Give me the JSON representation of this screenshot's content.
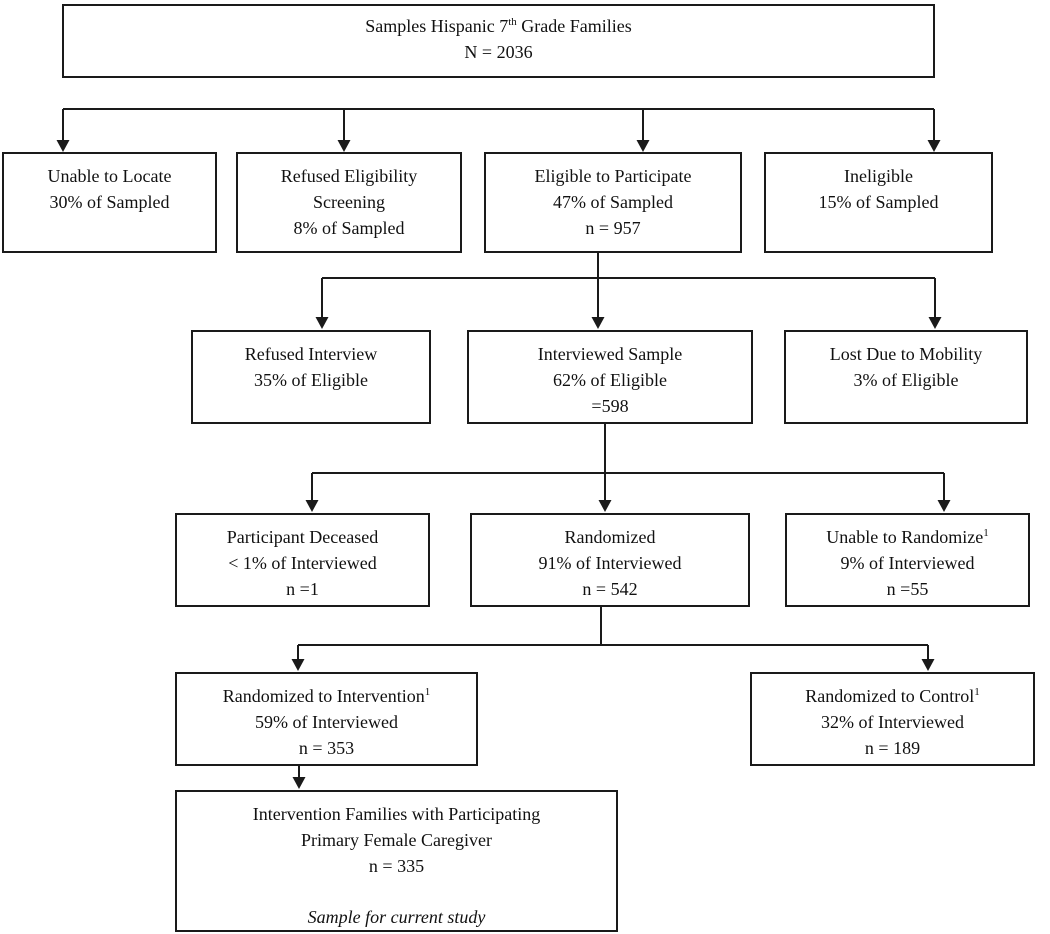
{
  "diagram": {
    "type": "study-flow-chart",
    "footnote_marker": "1",
    "colors": {
      "border": "#1a1a1a",
      "text": "#111111",
      "background": "#ffffff"
    },
    "nodes": {
      "root": {
        "line1_pre": "Samples Hispanic 7",
        "line1_sup": "th",
        "line1_post": " Grade Families",
        "line2": "N = 2036"
      },
      "unable_locate": {
        "lines": [
          "Unable to Locate",
          "30% of Sampled"
        ]
      },
      "refused_screening": {
        "lines": [
          "Refused Eligibility",
          "Screening",
          "8% of Sampled"
        ]
      },
      "eligible": {
        "lines": [
          "Eligible to Participate",
          "47% of Sampled",
          "n = 957"
        ]
      },
      "ineligible": {
        "lines": [
          "Ineligible",
          "15% of Sampled"
        ]
      },
      "refused_interview": {
        "lines": [
          "Refused Interview",
          "35% of Eligible"
        ]
      },
      "interviewed": {
        "lines": [
          "Interviewed Sample",
          "62% of Eligible",
          "=598"
        ]
      },
      "lost_mobility": {
        "lines": [
          "Lost Due to Mobility",
          "3% of Eligible"
        ]
      },
      "deceased": {
        "lines": [
          "Participant Deceased",
          "< 1% of Interviewed",
          "n =1"
        ]
      },
      "randomized": {
        "lines": [
          "Randomized",
          "91% of Interviewed",
          "n = 542"
        ]
      },
      "unable_randomize": {
        "title_pre": "Unable to Randomize",
        "title_sup": "1",
        "lines": [
          "9% of Interviewed",
          "n =55"
        ]
      },
      "intervention": {
        "title_pre": "Randomized to Intervention",
        "title_sup": "1",
        "lines": [
          "59% of Interviewed",
          "n = 353"
        ]
      },
      "control": {
        "title_pre": "Randomized to Control",
        "title_sup": "1",
        "lines": [
          "32% of Interviewed",
          "n = 189"
        ]
      },
      "final": {
        "lines": [
          "Intervention Families with Participating",
          "Primary Female Caregiver",
          "n = 335"
        ],
        "note": "Sample for current study"
      }
    }
  }
}
